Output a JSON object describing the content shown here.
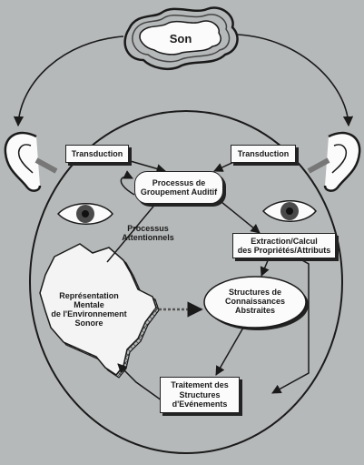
{
  "diagram": {
    "source_label": "Son",
    "transduction_left": "Transduction",
    "transduction_right": "Transduction",
    "grouping": "Processus de\nGroupement  Auditif",
    "attention": "Processus\nAttentionnels",
    "extraction": "Extraction/Calcul\ndes  Propriétés/Attributs",
    "representation": "Représentation\nMentale\nde  l'Environnement\nSonore",
    "knowledge": "Structures de\nConnaissances\nAbstraites",
    "events": "Traitement des\nStructures\nd'Evénements"
  },
  "colors": {
    "background": "#b6b9ba",
    "line": "#1a1a1a",
    "box_fill": "#fbfbfb",
    "eye_iris": "#4a4a4a"
  }
}
